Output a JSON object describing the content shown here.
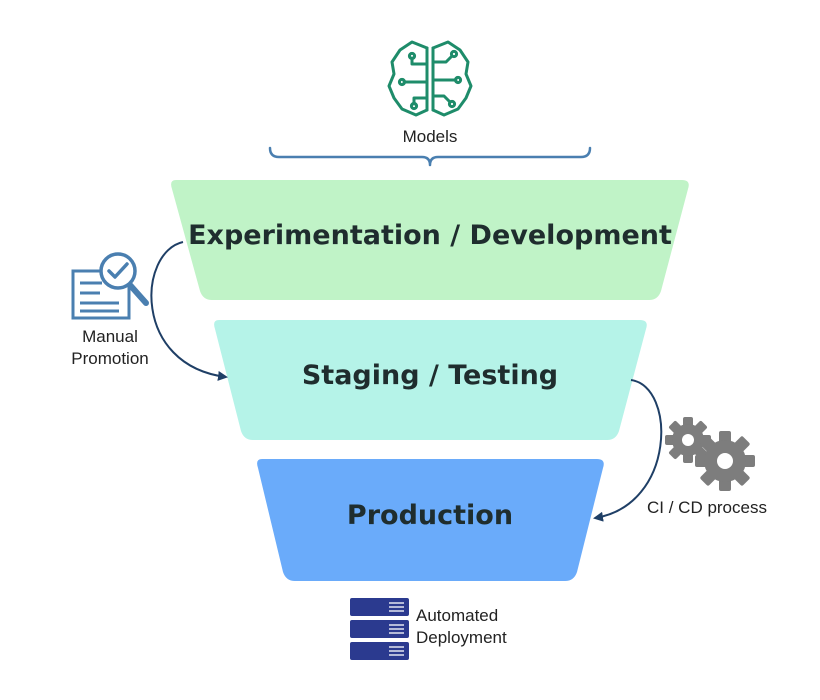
{
  "models": {
    "label": "Models",
    "icon": "brain-circuit-icon",
    "color": "#1e8c6a"
  },
  "funnel": {
    "stages": [
      {
        "label": "Experimentation / Development",
        "color": "#c0f3c7"
      },
      {
        "label": "Staging / Testing",
        "color": "#b5f3e8"
      },
      {
        "label": "Production",
        "color": "#6aabfa"
      }
    ]
  },
  "manual_promotion": {
    "label_line1": "Manual",
    "label_line2": "Promotion",
    "icon": "document-check-icon"
  },
  "cicd": {
    "label": "CI / CD process",
    "icon": "gears-icon"
  },
  "deployment": {
    "label_line1": "Automated",
    "label_line2": "Deployment",
    "icon": "server-stack-icon"
  },
  "colors": {
    "accent": "#4a7fb0",
    "arrow": "#1f3f66",
    "server": "#2b3a8f",
    "gear": "#7d7d7d"
  }
}
